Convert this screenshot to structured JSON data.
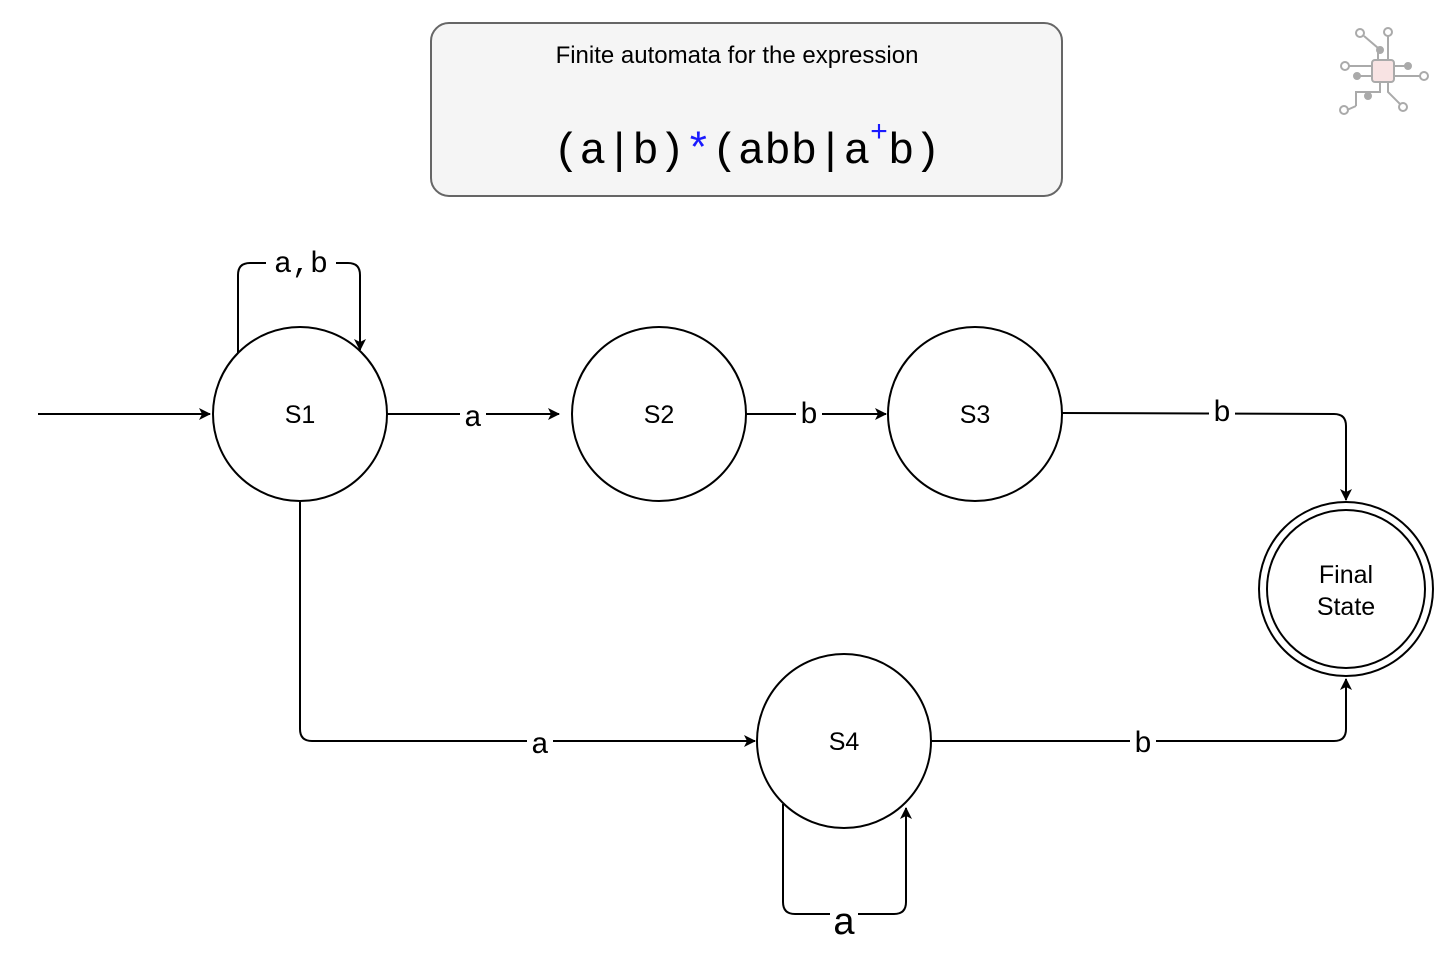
{
  "title_box": {
    "heading": "Finite automata for the expression",
    "expression": {
      "open1": "(a|b)",
      "star": "*",
      "open2": "(abb|a",
      "plus": "+",
      "close2": "b)"
    }
  },
  "states": {
    "s1": "S1",
    "s2": "S2",
    "s3": "S3",
    "s4": "S4",
    "final_line1": "Final",
    "final_line2": "State"
  },
  "transitions": {
    "s1_self": "a,b",
    "s1_s2": "a",
    "s2_s3": "b",
    "s3_final": "b",
    "s1_s4": "a",
    "s4_self": "a",
    "s4_final": "b"
  },
  "colors": {
    "accent": "#1a1aff",
    "stroke": "#000000",
    "box_fill": "#f5f5f5",
    "box_stroke": "#666666",
    "logo_gray": "#aaaaaa",
    "logo_chip": "#f8e3e3"
  },
  "icons": {
    "logo": "circuit-chip-icon"
  }
}
